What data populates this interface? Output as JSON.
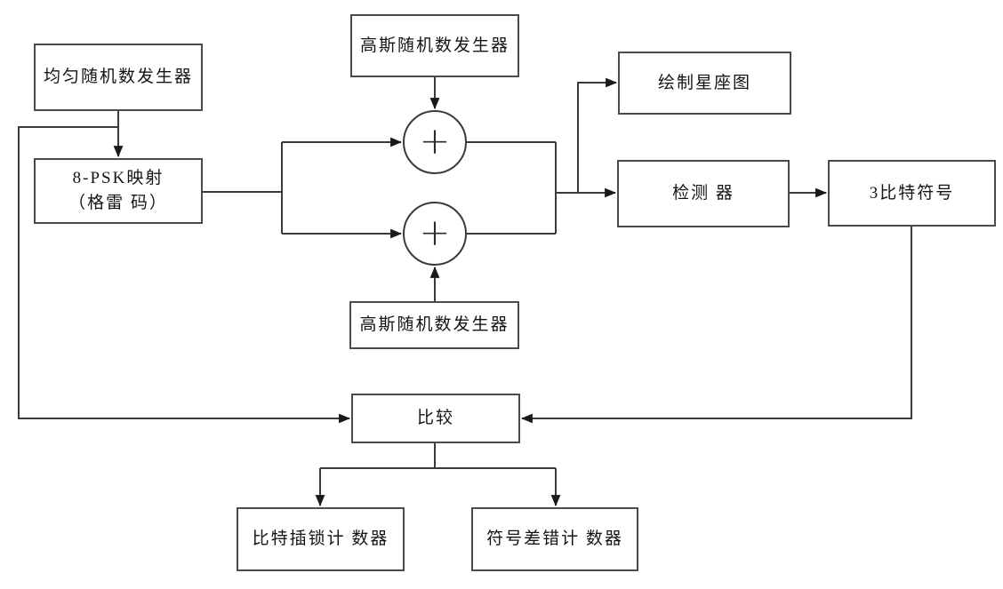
{
  "diagram": {
    "colors": {
      "background": "#ffffff",
      "box_border": "#4a4a4a",
      "wire": "#3a3a3a",
      "arrowhead": "#1a1a1a",
      "text": "#141414"
    },
    "nodes": {
      "uniform_rng": {
        "label": "均匀随机数发生器"
      },
      "psk_mapping": {
        "label_line1": "8-PSK映射",
        "label_line2": "（格雷 码）"
      },
      "gaussian_rng_top": {
        "label": "高斯随机数发生器"
      },
      "gaussian_rng_bottom": {
        "label": "高斯随机数发生器"
      },
      "adder_top": {
        "symbol": "+"
      },
      "adder_bottom": {
        "symbol": "+"
      },
      "constellation_plot": {
        "label": "绘制星座图"
      },
      "detector": {
        "label": "检测 器"
      },
      "three_bit_symbol": {
        "label": "3比特符号"
      },
      "compare": {
        "label": "比较"
      },
      "bit_error_counter": {
        "label": "比特插锁计 数器"
      },
      "symbol_error_counter": {
        "label": "符号差错计 数器"
      }
    }
  }
}
